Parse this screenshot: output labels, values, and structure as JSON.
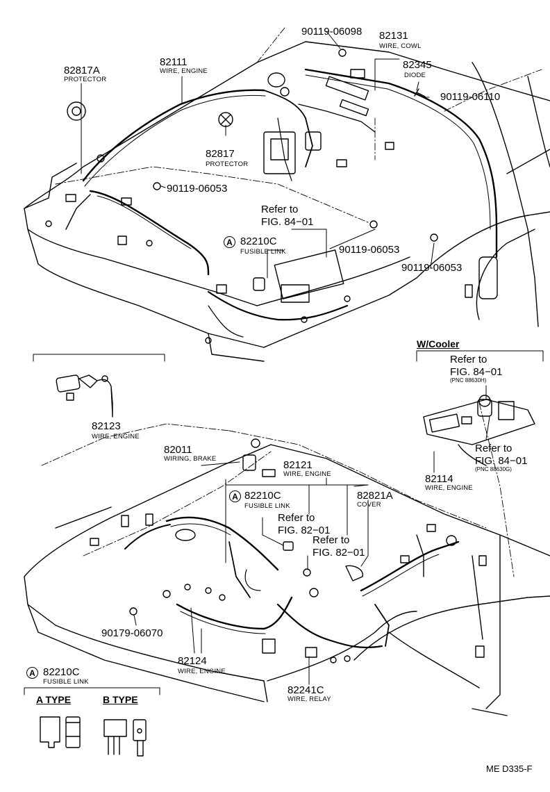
{
  "parts": [
    {
      "id": "p90119_06098",
      "number": "90119-06098",
      "desc": ""
    },
    {
      "id": "p82131",
      "number": "82131",
      "desc": "WIRE, COWL"
    },
    {
      "id": "p82345",
      "number": "82345",
      "desc": "DIODE"
    },
    {
      "id": "p90119_06110",
      "number": "90119-06110",
      "desc": ""
    },
    {
      "id": "p82817A",
      "number": "82817A",
      "desc": "PROTECTOR"
    },
    {
      "id": "p82111",
      "number": "82111",
      "desc": "WIRE, ENGINE"
    },
    {
      "id": "p82817",
      "number": "82817",
      "desc": "PROTECTOR"
    },
    {
      "id": "p90119_06053_a",
      "number": "90119-06053",
      "desc": ""
    },
    {
      "id": "p82210C_top",
      "number": "82210C",
      "desc": "FUSIBLE LINK"
    },
    {
      "id": "p90119_06053_b",
      "number": "90119-06053",
      "desc": ""
    },
    {
      "id": "p90119_06053_c",
      "number": "90119-06053",
      "desc": ""
    },
    {
      "id": "p82123",
      "number": "82123",
      "desc": "WIRE, ENGINE"
    },
    {
      "id": "p82011",
      "number": "82011",
      "desc": "WIRING, BRAKE"
    },
    {
      "id": "p82121",
      "number": "82121",
      "desc": "WIRE, ENGINE"
    },
    {
      "id": "p82210C_mid",
      "number": "82210C",
      "desc": "FUSIBLE LINK"
    },
    {
      "id": "p82821A",
      "number": "82821A",
      "desc": "COVER"
    },
    {
      "id": "p82114",
      "number": "82114",
      "desc": "WIRE, ENGINE"
    },
    {
      "id": "p90179_06070",
      "number": "90179-06070",
      "desc": ""
    },
    {
      "id": "p82124",
      "number": "82124",
      "desc": "WIRE, ENGINE"
    },
    {
      "id": "p82241C",
      "number": "82241C",
      "desc": "WIRE, RELAY"
    }
  ],
  "refs": {
    "refer_to": "Refer to",
    "fig_84_01": "FIG. 84−01",
    "fig_82_01": "FIG. 82−01",
    "pnc_a": "(PNC 88630H)",
    "pnc_b": "(PNC 88630G)"
  },
  "circled_marker": "A",
  "w_cooler": "W/Cooler",
  "legend": {
    "part": "82210C",
    "desc": "FUSIBLE LINK",
    "a_type": "A TYPE",
    "b_type": "B TYPE"
  },
  "footer_code": "ME D335-F"
}
